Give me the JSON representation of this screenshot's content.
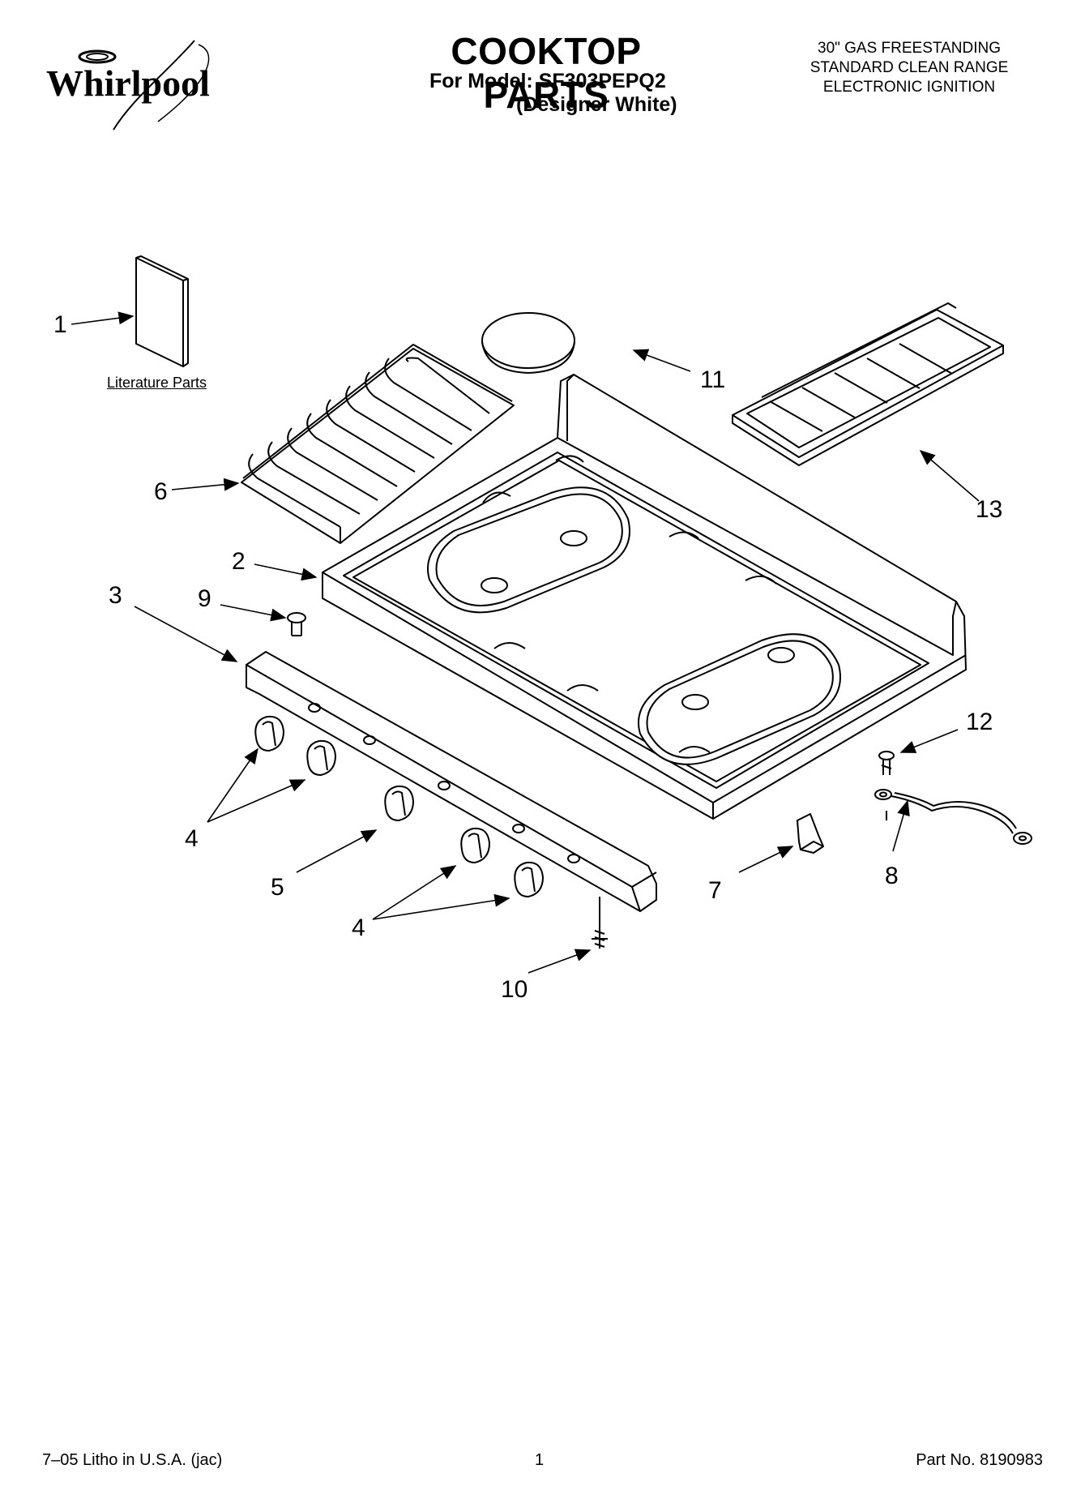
{
  "brand": {
    "logo_text": "Whirlpool"
  },
  "header": {
    "title": "COOKTOP PARTS",
    "model_line": "For Model: SF303PEPQ2",
    "color_line": "(Designer White)",
    "description": [
      "30\" GAS FREESTANDING",
      "STANDARD CLEAN RANGE",
      "ELECTRONIC IGNITION"
    ]
  },
  "diagram": {
    "literature_label": "Literature Parts",
    "callouts": [
      "1",
      "2",
      "3",
      "4",
      "4",
      "5",
      "6",
      "7",
      "8",
      "9",
      "10",
      "11",
      "12",
      "13"
    ]
  },
  "footer": {
    "left": "7–05 Litho in U.S.A. (jac)",
    "center": "1",
    "right": "Part No. 8190983"
  }
}
